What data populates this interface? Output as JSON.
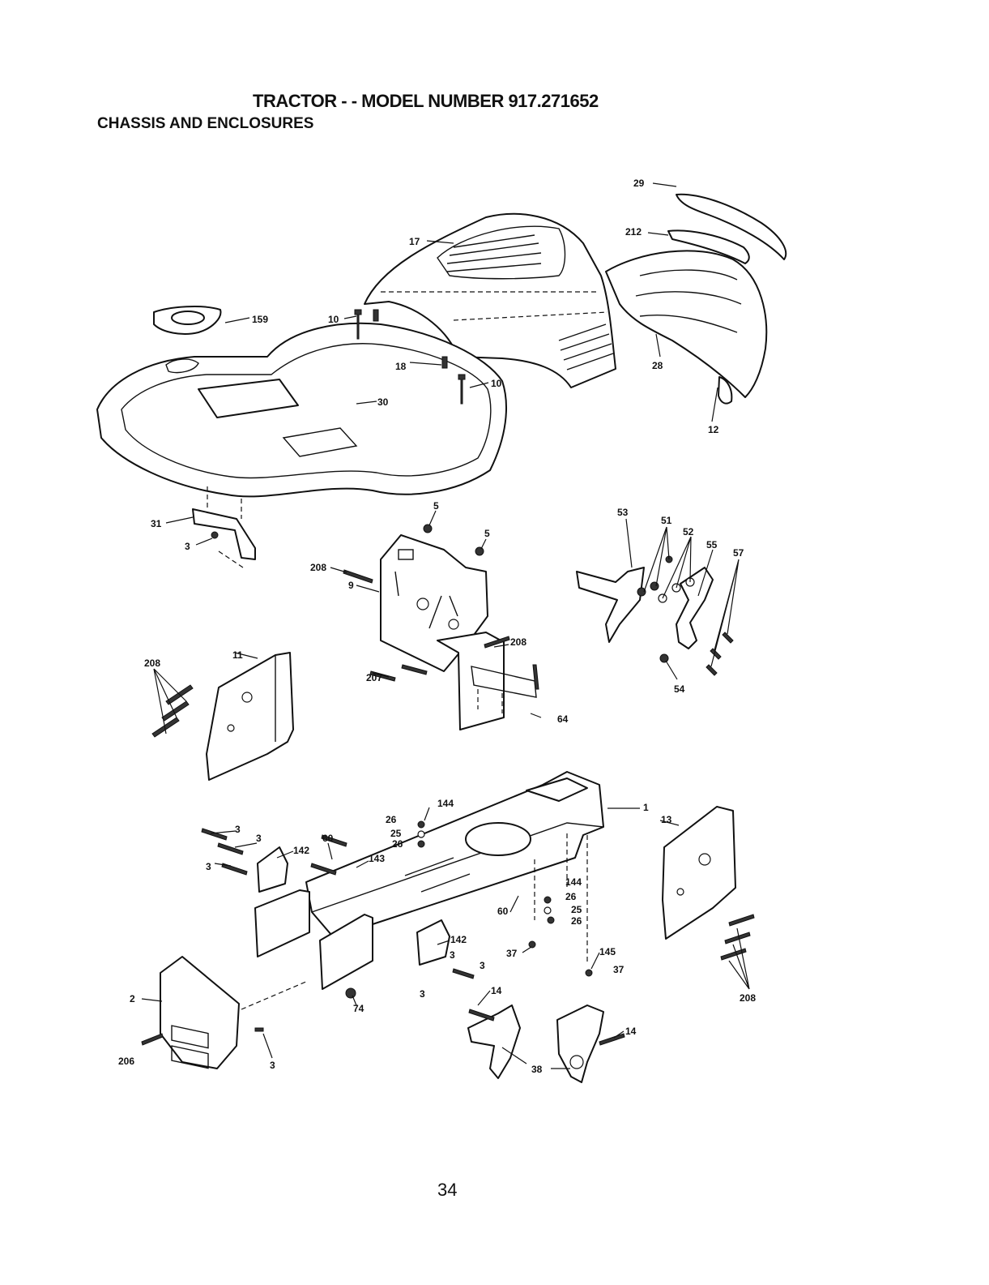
{
  "header": {
    "title": "TRACTOR - - MODEL NUMBER 917.271652",
    "subtitle": "CHASSIS AND ENCLOSURES"
  },
  "footer": {
    "page_number": "34"
  },
  "callouts": [
    {
      "id": "c29",
      "label": "29"
    },
    {
      "id": "c212",
      "label": "212"
    },
    {
      "id": "c17",
      "label": "17"
    },
    {
      "id": "c159",
      "label": "159"
    },
    {
      "id": "c10a",
      "label": "10"
    },
    {
      "id": "c10b",
      "label": "10"
    },
    {
      "id": "c18",
      "label": "18"
    },
    {
      "id": "c30",
      "label": "30"
    },
    {
      "id": "c28",
      "label": "28"
    },
    {
      "id": "c12",
      "label": "12"
    },
    {
      "id": "c31",
      "label": "31"
    },
    {
      "id": "c3a",
      "label": "3"
    },
    {
      "id": "c5a",
      "label": "5"
    },
    {
      "id": "c5b",
      "label": "5"
    },
    {
      "id": "c208a",
      "label": "208"
    },
    {
      "id": "c9",
      "label": "9"
    },
    {
      "id": "c208b",
      "label": "208"
    },
    {
      "id": "c207",
      "label": "207"
    },
    {
      "id": "c64",
      "label": "64"
    },
    {
      "id": "c53",
      "label": "53"
    },
    {
      "id": "c51",
      "label": "51"
    },
    {
      "id": "c52",
      "label": "52"
    },
    {
      "id": "c55",
      "label": "55"
    },
    {
      "id": "c57",
      "label": "57"
    },
    {
      "id": "c54",
      "label": "54"
    },
    {
      "id": "c208c",
      "label": "208"
    },
    {
      "id": "c11",
      "label": "11"
    },
    {
      "id": "c144a",
      "label": "144"
    },
    {
      "id": "c26a",
      "label": "26"
    },
    {
      "id": "c25a",
      "label": "25"
    },
    {
      "id": "c26b",
      "label": "26"
    },
    {
      "id": "c1",
      "label": "1"
    },
    {
      "id": "c13",
      "label": "13"
    },
    {
      "id": "c3b",
      "label": "3"
    },
    {
      "id": "c3c",
      "label": "3"
    },
    {
      "id": "c60a",
      "label": "60"
    },
    {
      "id": "c142a",
      "label": "142"
    },
    {
      "id": "c3d",
      "label": "3"
    },
    {
      "id": "c143",
      "label": "143"
    },
    {
      "id": "c144b",
      "label": "144"
    },
    {
      "id": "c26c",
      "label": "26"
    },
    {
      "id": "c60b",
      "label": "60"
    },
    {
      "id": "c25b",
      "label": "25"
    },
    {
      "id": "c26d",
      "label": "26"
    },
    {
      "id": "c142b",
      "label": "142"
    },
    {
      "id": "c3e",
      "label": "3"
    },
    {
      "id": "c37a",
      "label": "37"
    },
    {
      "id": "c145",
      "label": "145"
    },
    {
      "id": "c37b",
      "label": "37"
    },
    {
      "id": "c3f",
      "label": "3"
    },
    {
      "id": "c3g",
      "label": "3"
    },
    {
      "id": "c208d",
      "label": "208"
    },
    {
      "id": "c2",
      "label": "2"
    },
    {
      "id": "c74",
      "label": "74"
    },
    {
      "id": "c14a",
      "label": "14"
    },
    {
      "id": "c14b",
      "label": "14"
    },
    {
      "id": "c38",
      "label": "38"
    },
    {
      "id": "c206",
      "label": "206"
    },
    {
      "id": "c3h",
      "label": "3"
    }
  ]
}
